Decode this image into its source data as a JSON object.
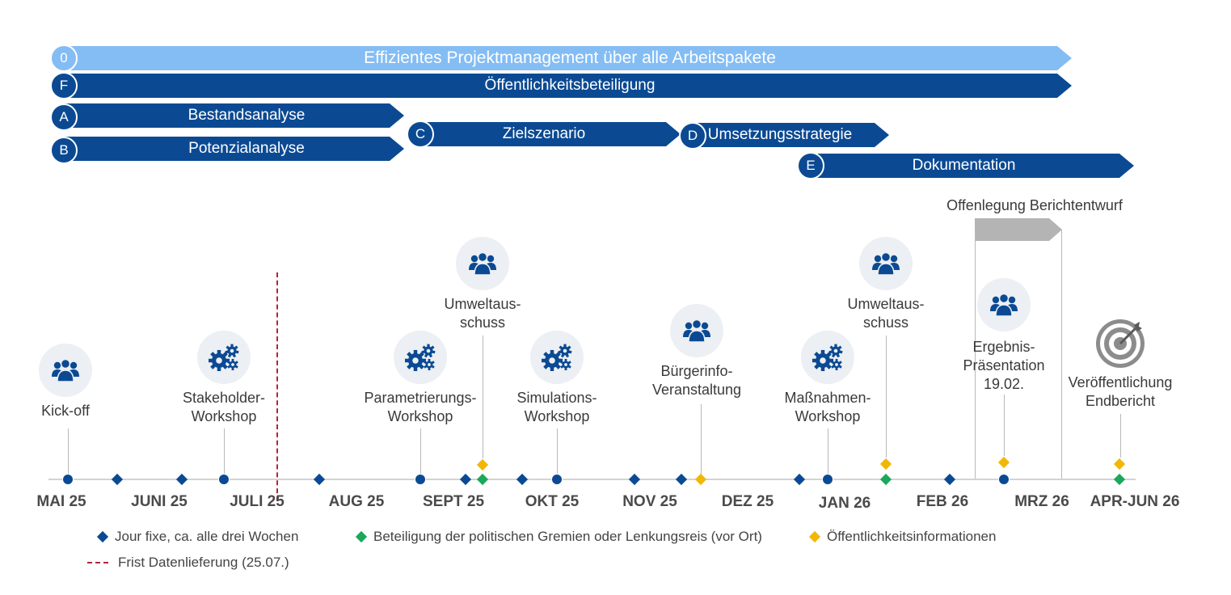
{
  "colors": {
    "package_dark": "#0b4a93",
    "package_light": "#84bdf4",
    "jour_fixe": "#0b4a93",
    "gremien": "#1aa85c",
    "info": "#f2b705",
    "deadline": "#b0243a",
    "review_bar": "#b4b4b4"
  },
  "packages": [
    {
      "code": "0",
      "label": "Effizientes Projektmanagement über alle Arbeitspakete",
      "style": "light"
    },
    {
      "code": "F",
      "label": "Öffentlichkeitsbeteiligung",
      "style": "dark"
    },
    {
      "code": "A",
      "label": "Bestandsanalyse",
      "style": "dark"
    },
    {
      "code": "B",
      "label": "Potenzialanalyse",
      "style": "dark"
    },
    {
      "code": "C",
      "label": "Zielszenario",
      "style": "dark"
    },
    {
      "code": "D",
      "label": "Umsetzungsstrategie",
      "style": "dark"
    },
    {
      "code": "E",
      "label": "Dokumentation",
      "style": "dark"
    }
  ],
  "review": {
    "label": "Offenlegung Berichtentwurf"
  },
  "months": [
    "MAI 25",
    "JUNI 25",
    "JULI 25",
    "AUG 25",
    "SEPT 25",
    "OKT 25",
    "NOV 25",
    "DEZ 25",
    "JAN 26",
    "FEB 26",
    "MRZ 26",
    "APR-JUN 26"
  ],
  "events": [
    {
      "label": "Kick-off",
      "icon": "people-icon"
    },
    {
      "label": "Stakeholder-\nWorkshop",
      "icon": "gears-icon"
    },
    {
      "label": "Parametrierungs-\nWorkshop",
      "icon": "gears-icon"
    },
    {
      "label": "Umweltaus-\nschuss",
      "icon": "people-icon"
    },
    {
      "label": "Simulations-\nWorkshop",
      "icon": "gears-icon"
    },
    {
      "label": "Bürgerinfo-\nVeranstaltung",
      "icon": "people-icon"
    },
    {
      "label": "Maßnahmen-\nWorkshop",
      "icon": "gears-icon"
    },
    {
      "label": "Umweltaus-\nschuss",
      "icon": "people-icon"
    },
    {
      "label": "Ergebnis-\nPräsentation\n19.02.",
      "icon": "people-icon"
    },
    {
      "label": "Veröffentlichung\nEndbericht",
      "icon": "target-icon"
    }
  ],
  "legend": {
    "jour_fixe": "Jour fixe, ca. alle drei Wochen",
    "gremien": "Beteiligung der politischen Gremien oder Lenkungsreis (vor Ort)",
    "info": "Öffentlichkeitsinformationen",
    "deadline": "Frist Datenlieferung (25.07.)"
  }
}
